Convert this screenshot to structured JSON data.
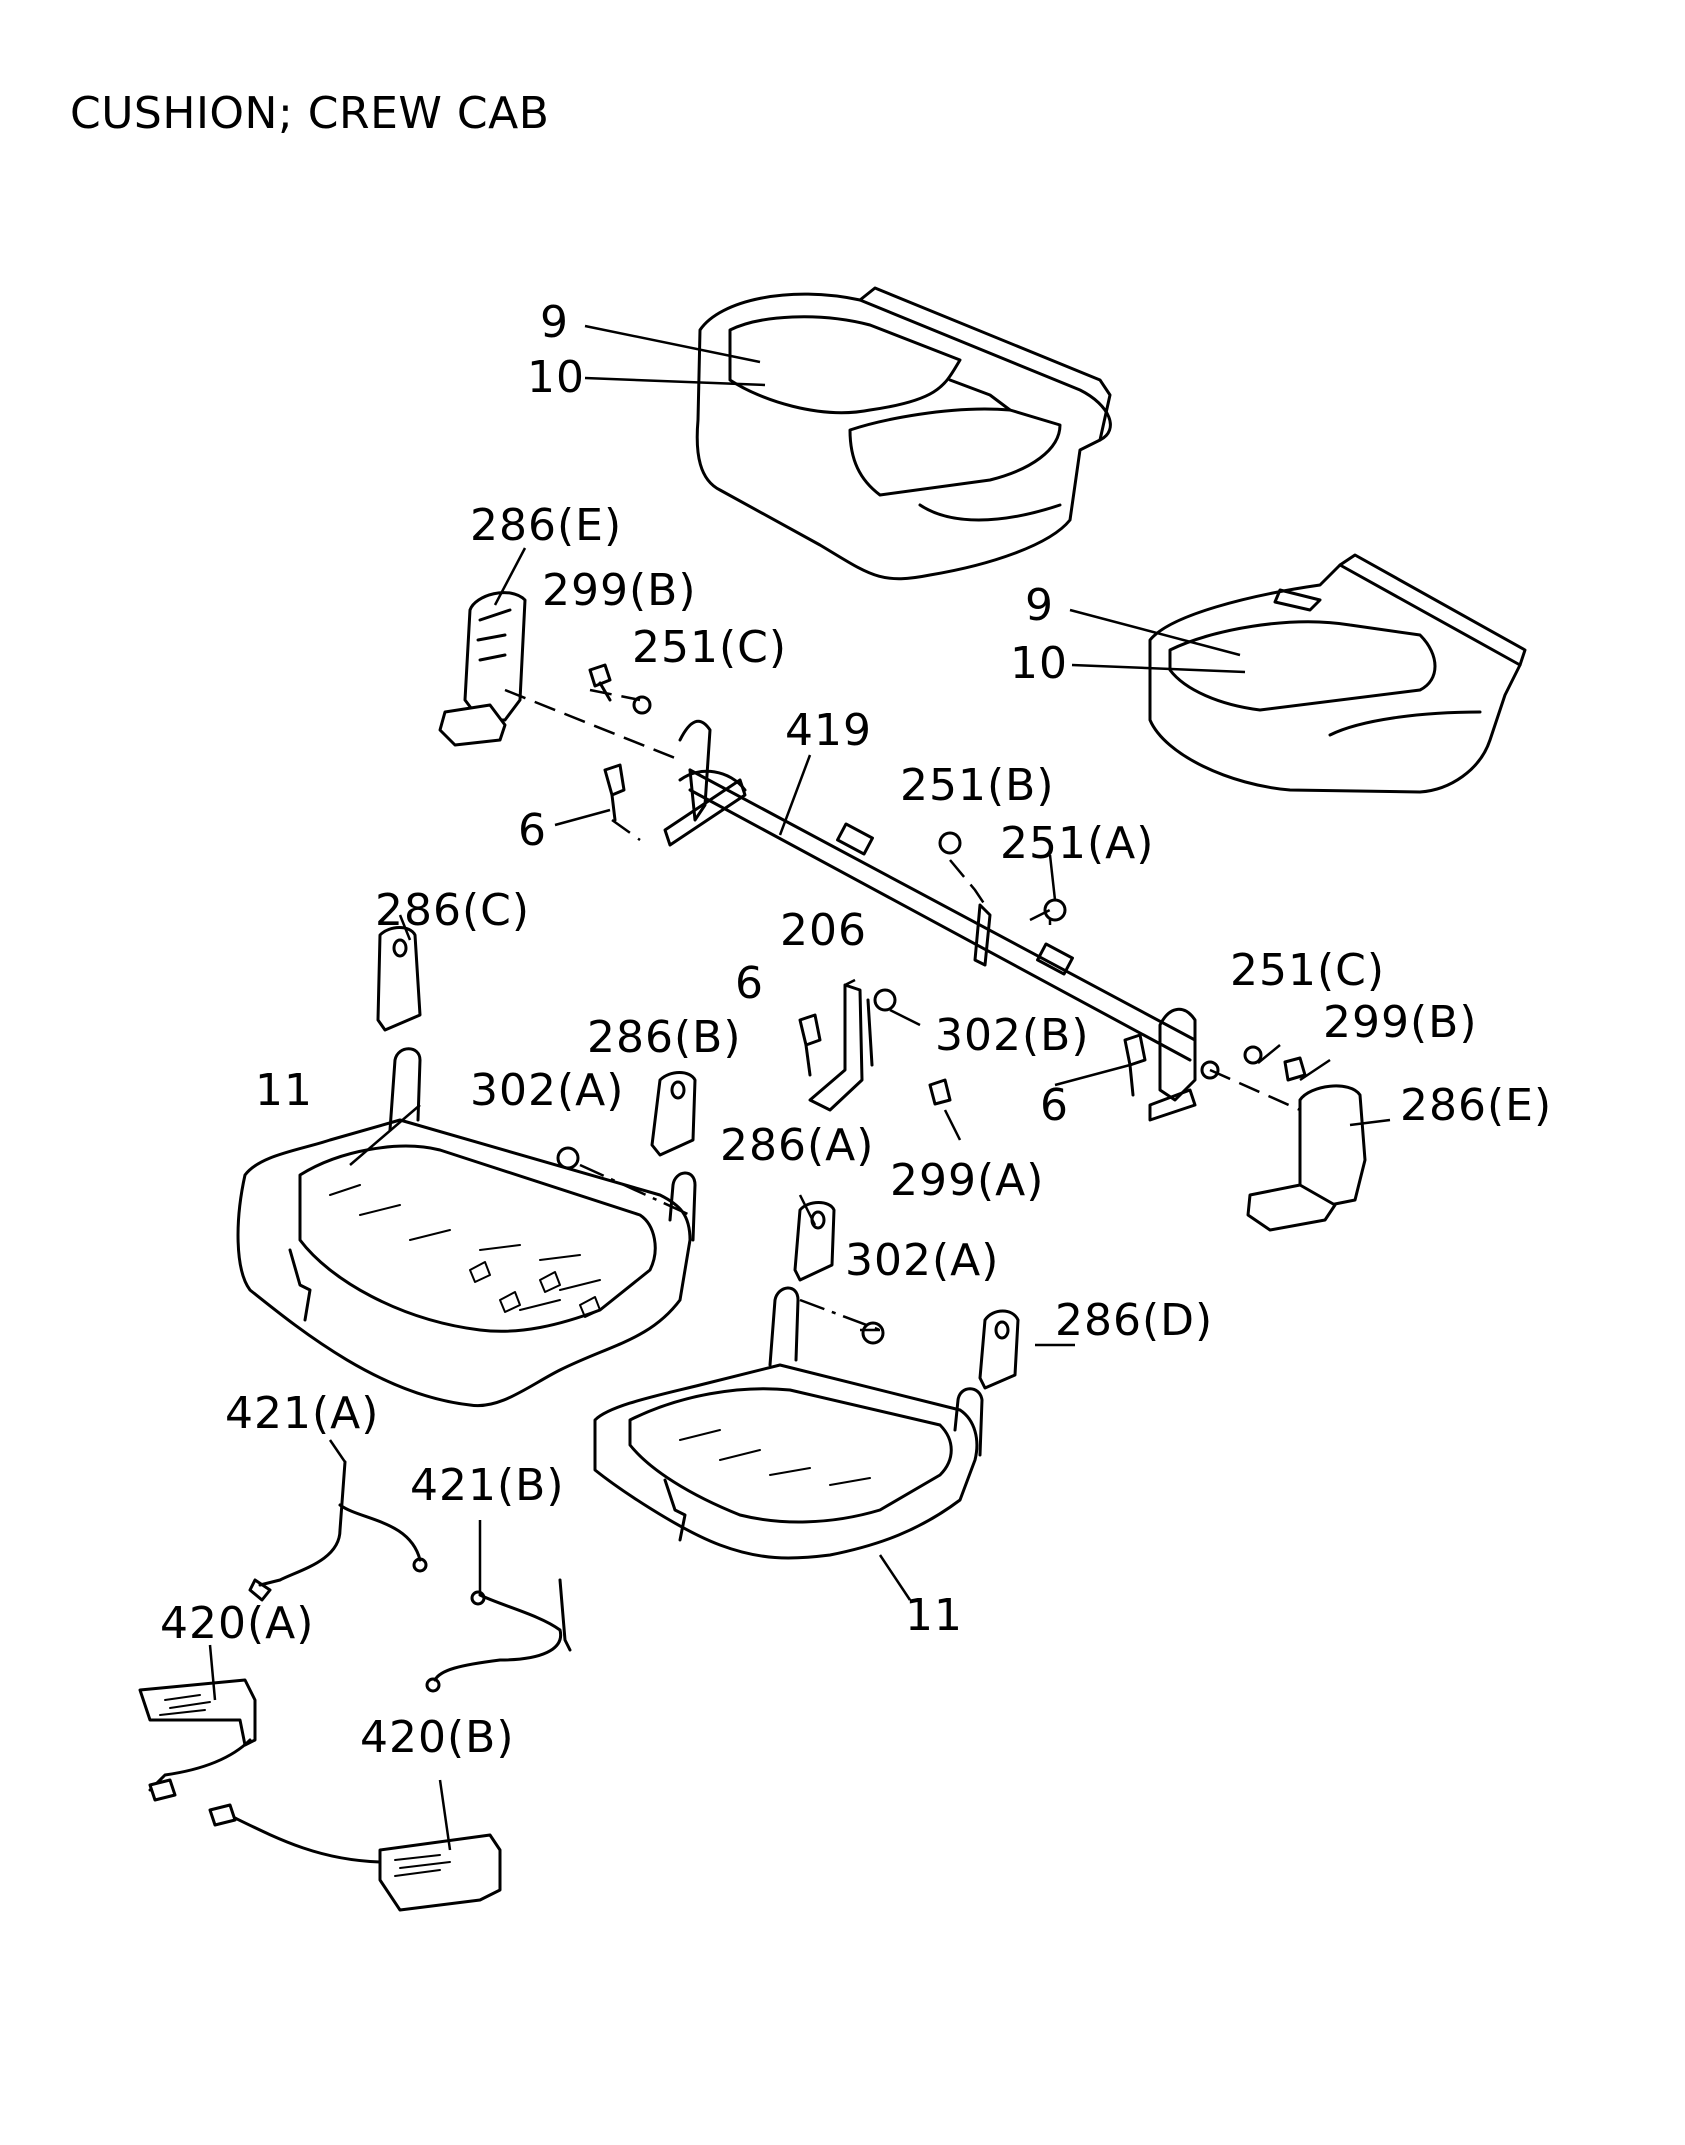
{
  "title": "CUSHION; CREW CAB",
  "labels": {
    "l9a": "9",
    "l10a": "10",
    "l9b": "9",
    "l10b": "10",
    "l286Ea": "286(E)",
    "l299Ba": "299(B)",
    "l251Ca": "251(C)",
    "l419": "419",
    "l6a": "6",
    "l251B": "251(B)",
    "l251A": "251(A)",
    "l286C": "286(C)",
    "l206": "206",
    "l6b": "6",
    "l302B": "302(B)",
    "l251Cb": "251(C)",
    "l299Bb": "299(B)",
    "l286B": "286(B)",
    "l302Aa": "302(A)",
    "l11a": "11",
    "l6c": "6",
    "l286Eb": "286(E)",
    "l286A": "286(A)",
    "l299A": "299(A)",
    "l302Ab": "302(A)",
    "l286D": "286(D)",
    "l421A": "421(A)",
    "l421B": "421(B)",
    "l11b": "11",
    "l420A": "420(A)",
    "l420B": "420(B)"
  }
}
